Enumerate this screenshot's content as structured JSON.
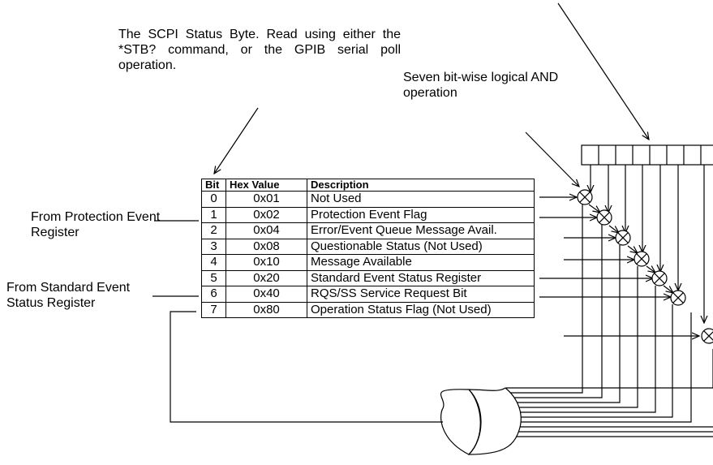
{
  "annotations": {
    "status_byte": "The SCPI Status Byte. Read using either the *STB? command, or the GPIB serial poll operation.",
    "and_operation": "Seven bit-wise logical AND operation",
    "from_protection": "From Protection Event Register",
    "from_standard": "From Standard Event Status Register"
  },
  "table": {
    "headers": {
      "bit": "Bit",
      "hex": "Hex Value",
      "description": "Description"
    },
    "rows": [
      {
        "bit": "0",
        "hex": "0x01",
        "description": "Not Used"
      },
      {
        "bit": "1",
        "hex": "0x02",
        "description": "Protection Event Flag"
      },
      {
        "bit": "2",
        "hex": "0x04",
        "description": "Error/Event Queue Message Avail."
      },
      {
        "bit": "3",
        "hex": "0x08",
        "description": "Questionable Status (Not Used)"
      },
      {
        "bit": "4",
        "hex": "0x10",
        "description": "Message Available"
      },
      {
        "bit": "5",
        "hex": "0x20",
        "description": "Standard Event Status Register"
      },
      {
        "bit": "6",
        "hex": "0x40",
        "description": "RQS/SS Service Request Bit"
      },
      {
        "bit": "7",
        "hex": "0x80",
        "description": "Operation Status Flag (Not Used)"
      }
    ]
  }
}
